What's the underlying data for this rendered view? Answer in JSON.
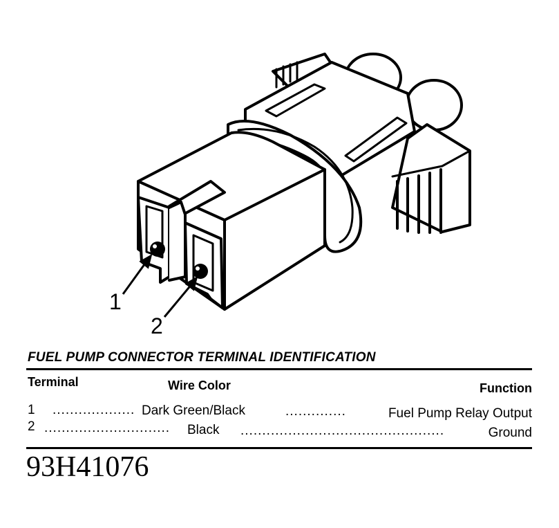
{
  "diagram": {
    "callouts": [
      "1",
      "2"
    ]
  },
  "table": {
    "title": "FUEL PUMP CONNECTOR TERMINAL IDENTIFICATION",
    "headers": {
      "terminal": "Terminal",
      "wire_color": "Wire Color",
      "function": "Function"
    },
    "rows": [
      {
        "terminal": "1",
        "wire_color": "Dark Green/Black",
        "function": "Fuel Pump Relay Output"
      },
      {
        "terminal": "2",
        "wire_color": "Black",
        "function": "Ground"
      }
    ],
    "leaders": {
      "row1_a": "...................",
      "row1_b": "..............",
      "row2_a": ".............................",
      "row2_b": "..............................................."
    }
  },
  "figure_code": "93H41076"
}
